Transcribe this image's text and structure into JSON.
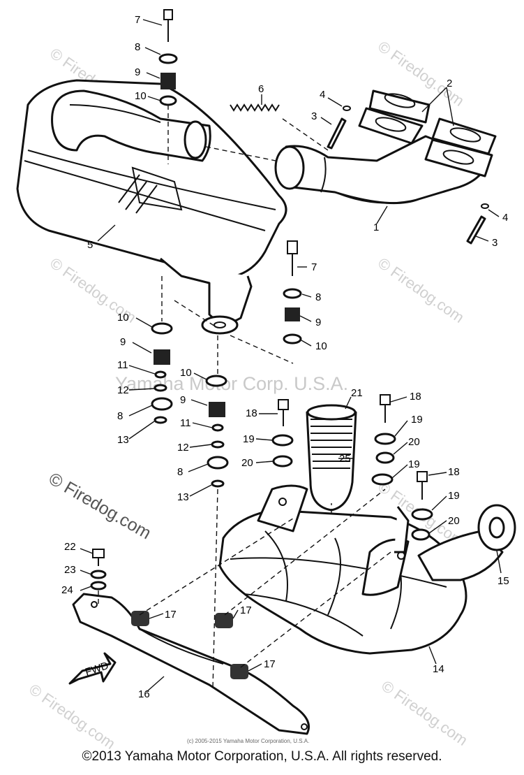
{
  "watermarks": {
    "site": "© Firedog.com",
    "corp": "Yamaha Motor Corp. U.S.A.",
    "small_copyright": "(c) 2005-2015 Yamaha Motor Corporation, U.S.A."
  },
  "footer": {
    "copyright": "©2013 Yamaha Motor Corporation, U.S.A. All rights reserved."
  },
  "fwd_label": "FWD",
  "callouts": {
    "c1": "1",
    "c2": "2",
    "c3a": "3",
    "c3b": "3",
    "c4a": "4",
    "c4b": "4",
    "c5": "5",
    "c6": "6",
    "c7a": "7",
    "c7b": "7",
    "c8a": "8",
    "c8b": "8",
    "c8c": "8",
    "c8d": "8",
    "c9a": "9",
    "c9b": "9",
    "c9c": "9",
    "c9d": "9",
    "c10a": "10",
    "c10b": "10",
    "c10c": "10",
    "c10d": "10",
    "c11a": "11",
    "c11b": "11",
    "c12a": "12",
    "c12b": "12",
    "c13a": "13",
    "c13b": "13",
    "c14": "14",
    "c15": "15",
    "c16": "16",
    "c17a": "17",
    "c17b": "17",
    "c17c": "17",
    "c18a": "18",
    "c18b": "18",
    "c18c": "18",
    "c19a": "19",
    "c19b": "19",
    "c19c": "19",
    "c19d": "19",
    "c20a": "20",
    "c20b": "20",
    "c20c": "20",
    "c21": "21",
    "c22": "22",
    "c23": "23",
    "c24": "24",
    "c25": "25"
  }
}
